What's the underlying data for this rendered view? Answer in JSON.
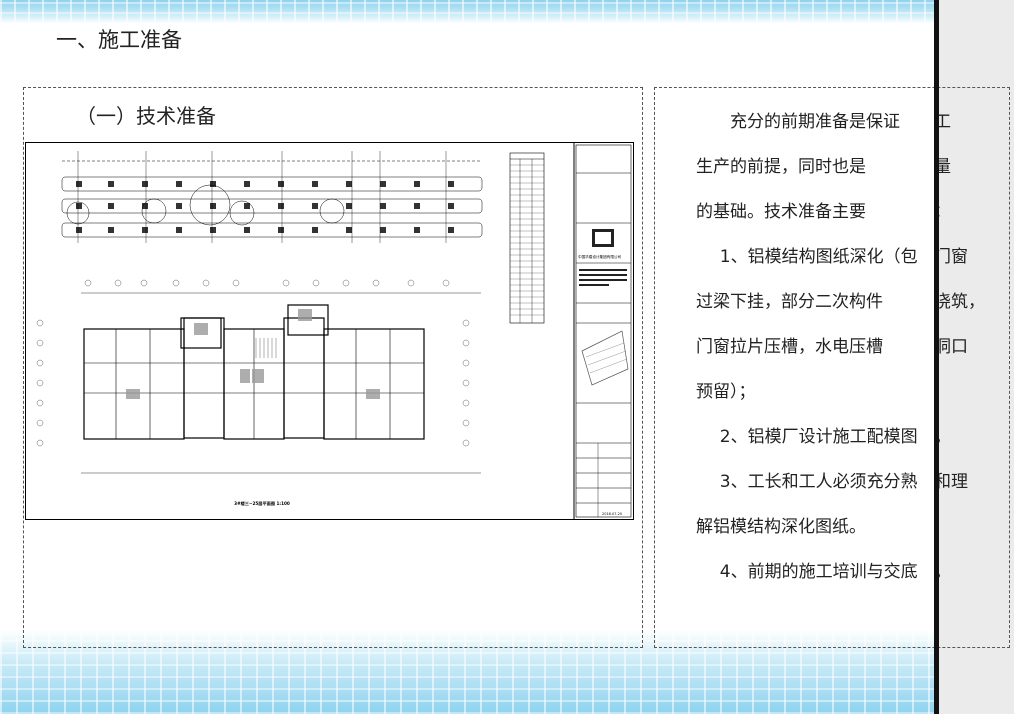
{
  "section": {
    "title": "一、施工准备"
  },
  "subsection": {
    "title": "（一）技术准备"
  },
  "drawing": {
    "caption": "3#楼三~25层平面图 1:100",
    "company": "中国华建设计集团有限公司",
    "date": "2016.07.20"
  },
  "body": {
    "intro_a": "充分的前期准备是保证",
    "intro_b": "生产的前提，同时也是",
    "intro_c": "的基础。技术准备主要",
    "item1_a": "1、铝模结构图纸深化（包",
    "item1_b": "过梁下挂，部分二次构件",
    "item1_c": "门窗拉片压槽，水电压槽",
    "item1_d": "预留）；",
    "item2": "2、铝模厂设计施工配模图",
    "item3_a": "3、工长和工人必须充分熟",
    "item3_b": "解铝模结构深化图纸。",
    "item4": "4、前期的施工培训与交底",
    "overflow": [
      "工",
      "量",
      "：",
      "门窗",
      "浇筑，",
      "洞口",
      "",
      "。",
      "和理",
      "",
      "。"
    ]
  },
  "colors": {
    "band": "#8fd2ee",
    "frame": "#000000",
    "dash": "#555555"
  }
}
